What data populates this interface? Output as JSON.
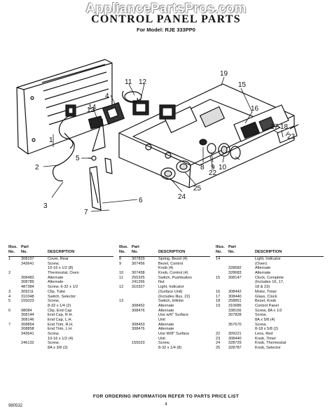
{
  "watermark": "AppliancePartsPros.com",
  "title": "CONTROL PANEL PARTS",
  "model_line": "For Model: RJE 333PP0",
  "callouts": [
    "1",
    "2",
    "3",
    "4",
    "5",
    "6",
    "7",
    "8",
    "9",
    "10",
    "11",
    "12",
    "13",
    "14",
    "15",
    "16",
    "17",
    "18",
    "19",
    "22",
    "23",
    "24",
    "25"
  ],
  "headers": {
    "illus": "Illus.",
    "no": "No.",
    "part": "Part",
    "part_no": "No.",
    "description": "DESCRIPTION"
  },
  "columns": [
    [
      [
        "1",
        "308157",
        "Cover, Rear"
      ],
      [
        "",
        "343641",
        "Screw,"
      ],
      [
        "",
        "",
        "10-16 x 1/2 (8)"
      ],
      [
        "2",
        "",
        "Thermostat, Oven"
      ],
      [
        "",
        "308483",
        "Alternate"
      ],
      [
        "",
        "308789",
        "Alternate"
      ],
      [
        "",
        "487384",
        "Screw, 6-32 x 1/2"
      ],
      [
        "3",
        "309211",
        "Clip, Tube"
      ],
      [
        "4",
        "310348",
        "Switch, Selector"
      ],
      [
        "5",
        "155023",
        "Screw,"
      ],
      [
        "",
        "",
        "8-32 x 1/4 (2)"
      ],
      [
        "6",
        "98084",
        "Clip, End Cap"
      ],
      [
        "",
        "308144",
        "End Cap, R.H."
      ],
      [
        "",
        "308146",
        "End Cap, L.H."
      ],
      [
        "7",
        "308854",
        "End Trim, R.H."
      ],
      [
        "",
        "308858",
        "End Trim, L.H."
      ],
      [
        "",
        "343641",
        "Screw,"
      ],
      [
        "",
        "",
        "10-16 x 1/2 (4)"
      ],
      [
        "",
        "246132",
        "Screw,"
      ],
      [
        "",
        "",
        "8A x 3/8 (3)"
      ]
    ],
    [
      [
        "8",
        "307829",
        "Spring, Bezel (4)"
      ],
      [
        "9",
        "307456",
        "Bezel, Control"
      ],
      [
        "",
        "",
        "Knob (4)"
      ],
      [
        "10",
        "307458",
        "Knob, Control (4)"
      ],
      [
        "11",
        "255325",
        "Switch, Pushbutton"
      ],
      [
        "",
        "241266",
        "Nut"
      ],
      [
        "12",
        "310327",
        "Light, Indicator"
      ],
      [
        "",
        "",
        "(Surface Unit)"
      ],
      [
        "",
        "",
        "(Includes Illus. 22)"
      ],
      [
        "13",
        "",
        "Switch, Infinite"
      ],
      [
        "",
        "308452",
        "Alternate"
      ],
      [
        "",
        "308476",
        "Alternate"
      ],
      [
        "",
        "",
        "Use w/6\" Surface"
      ],
      [
        "",
        "",
        "Unit"
      ],
      [
        "",
        "308453",
        "Alternate"
      ],
      [
        "",
        "308476",
        "Alternate"
      ],
      [
        "",
        "",
        "Use W/8\" Surface"
      ],
      [
        "",
        "",
        "Unit"
      ],
      [
        "",
        "155023",
        "Screw,"
      ],
      [
        "",
        "",
        "8-32 x 1/4 (8)"
      ]
    ],
    [
      [
        "14",
        "",
        "Light, Indicator"
      ],
      [
        "",
        "",
        "(Oven)"
      ],
      [
        "",
        "328682",
        "Alternate"
      ],
      [
        "",
        "328683",
        "Alternate"
      ],
      [
        "15",
        "308147",
        "Clock, Complete"
      ],
      [
        "",
        "",
        "(Includes 16, 17,"
      ],
      [
        "",
        "",
        "18 & 23)"
      ],
      [
        "16",
        "308442",
        "Motor, Timer"
      ],
      [
        "17",
        "308440",
        "Glass, Clock"
      ],
      [
        "18",
        "258851",
        "Bezel, Knob"
      ],
      [
        "19",
        "310685",
        "Control Panel"
      ],
      [
        "",
        "338156",
        "Screw, 8A x 1/2"
      ],
      [
        "",
        "307828",
        "Screw,"
      ],
      [
        "",
        "",
        "8A x 5/8 (4)"
      ],
      [
        "",
        "357670",
        "Screw,"
      ],
      [
        "",
        "",
        "8-18 x 5/8 (2)"
      ],
      [
        "22",
        "309221",
        "Lens, Red"
      ],
      [
        "23",
        "308440",
        "Knob, Timer"
      ],
      [
        "24",
        "328729",
        "Knob, Thermostat"
      ],
      [
        "25",
        "328787",
        "Knob, Selector"
      ]
    ]
  ],
  "footer_order": "FOR ORDERING INFORMATION REFER TO PARTS PRICE LIST",
  "doc_id": "980532",
  "page_number": "4"
}
